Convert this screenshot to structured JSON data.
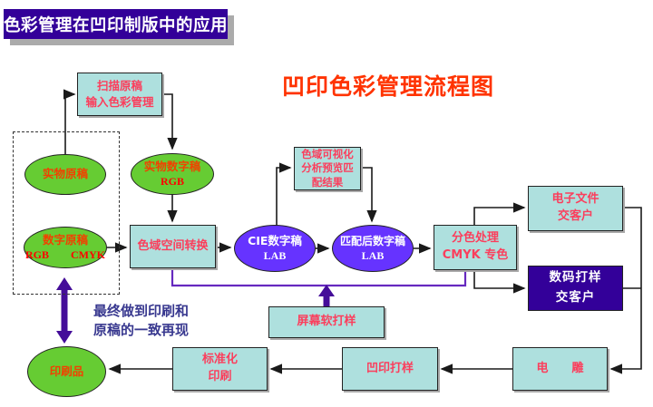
{
  "slide_title": "色彩管理在凹印制版中的应用",
  "diagram_title": "凹印色彩管理流程图",
  "nodes": {
    "scan": {
      "line1": "扫描原稿",
      "line2": "输入色彩管理"
    },
    "physical_original": {
      "line1": "实物原稿"
    },
    "physical_digital": {
      "line1": "实物数字稿",
      "line2": "RGB"
    },
    "digital_original": {
      "line1": "数字原稿",
      "line2": "RGB　　CMYK"
    },
    "gamut_transform": {
      "line1": "色域空间转换"
    },
    "gamut_visualization": {
      "line1": "色域可视化",
      "line2": "分析预览匹",
      "line3": "配结果"
    },
    "cie_digital": {
      "line1": "CIE数字稿",
      "line2": "LAB"
    },
    "matched_digital": {
      "line1": "匹配后数字稿",
      "line2": "LAB"
    },
    "color_separation": {
      "line1": "分色处理",
      "line2": "CMYK 专色"
    },
    "electronic_file": {
      "line1": "电子文件",
      "line2": "交客户"
    },
    "digital_proof": {
      "line1": "数码打样",
      "line2": "交客户"
    },
    "soft_proof": {
      "line1": "屏幕软打样"
    },
    "gravure_proof": {
      "line1": "凹印打样"
    },
    "engraving": {
      "line1": "电　　雕"
    },
    "standard_print": {
      "line1": "标准化",
      "line2": "印刷"
    },
    "print_product": {
      "line1": "印刷品"
    }
  },
  "annotation": {
    "line1": "最终做到印刷和",
    "line2": "原稿的一致再现"
  },
  "colors": {
    "title_bar_bg": "#330099",
    "title_bar_text": "#FFFFFF",
    "diagram_title_text": "#FF3300",
    "process_box_fill": "#AEE0DE",
    "process_box_text": "#FB3E5C",
    "ellipse_green_fill": "#66CC33",
    "ellipse_green_text": "#F24000",
    "code_text": "#FF0000",
    "ellipse_purple_fill": "#6633FF",
    "ellipse_purple_text": "#FFFFFF",
    "dark_box_fill": "#330099",
    "dark_box_text": "#FFFFFF",
    "annotation_text": "#38388F",
    "connector_black": "#1A1A1A",
    "connector_purple": "#6629BF",
    "thick_arrow_purple": "#440D99"
  }
}
